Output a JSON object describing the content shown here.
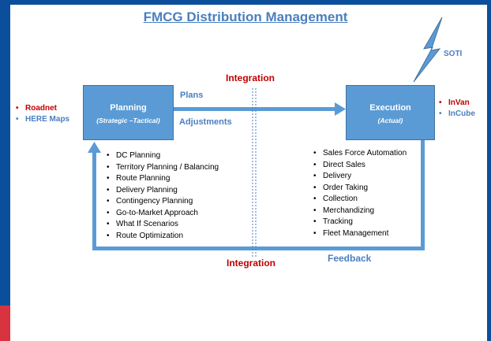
{
  "title": "FMCG Distribution Management",
  "planning": {
    "title": "Planning",
    "subtitle": "(Strategic –Tactical)"
  },
  "execution": {
    "title": "Execution",
    "subtitle": "(Actual)"
  },
  "flows": {
    "plans": "Plans",
    "adjustments": "Adjustments",
    "feedback": "Feedback"
  },
  "integration": {
    "top": "Integration",
    "bottom": "Integration"
  },
  "soti": "SOTI",
  "left_tools": [
    {
      "label": "Roadnet",
      "color": "#c00000"
    },
    {
      "label": "HERE Maps",
      "color": "#4a7fbf"
    }
  ],
  "right_tools": [
    {
      "label": "InVan",
      "color": "#c00000"
    },
    {
      "label": "InCube",
      "color": "#4a7fbf"
    }
  ],
  "planning_items": [
    "DC Planning",
    "Territory Planning / Balancing",
    "Route Planning",
    "Delivery Planning",
    "Contingency Planning",
    "Go-to-Market Approach",
    "What If Scenarios",
    "Route Optimization"
  ],
  "execution_items": [
    "Sales Force Automation",
    "Direct Sales",
    "Delivery",
    "Order Taking",
    "Collection",
    "Merchandizing",
    "Tracking",
    "Fleet Management"
  ],
  "colors": {
    "box": "#5b9bd5",
    "accent": "#4a7fbf",
    "integration": "#c00000"
  }
}
